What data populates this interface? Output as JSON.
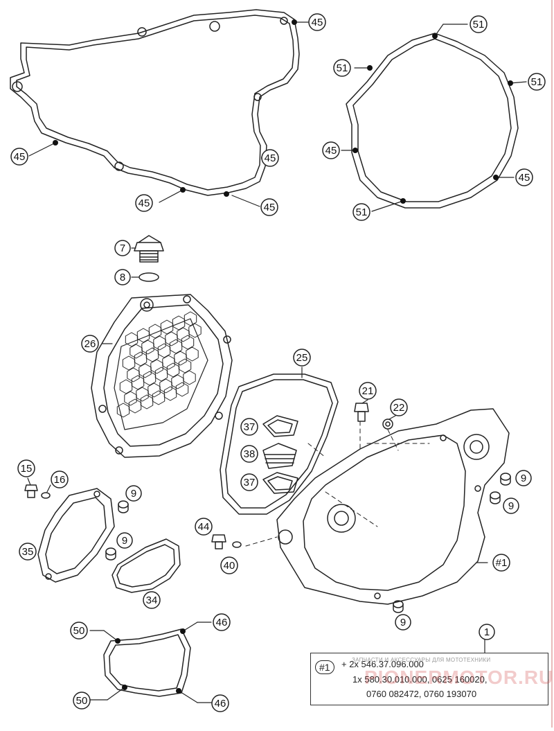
{
  "diagram": {
    "callouts": [
      {
        "id": "c45-a",
        "label": "45"
      },
      {
        "id": "c45-b",
        "label": "45"
      },
      {
        "id": "c45-c",
        "label": "45"
      },
      {
        "id": "c45-d",
        "label": "45"
      },
      {
        "id": "c45-e",
        "label": "45"
      },
      {
        "id": "c51-a",
        "label": "51"
      },
      {
        "id": "c51-b",
        "label": "51"
      },
      {
        "id": "c51-c",
        "label": "51"
      },
      {
        "id": "c51-d",
        "label": "51"
      },
      {
        "id": "c45-f",
        "label": "45"
      },
      {
        "id": "c45-g",
        "label": "45"
      },
      {
        "id": "c7",
        "label": "7"
      },
      {
        "id": "c8",
        "label": "8"
      },
      {
        "id": "c26",
        "label": "26"
      },
      {
        "id": "c25",
        "label": "25"
      },
      {
        "id": "c37-a",
        "label": "37"
      },
      {
        "id": "c38",
        "label": "38"
      },
      {
        "id": "c37-b",
        "label": "37"
      },
      {
        "id": "c21",
        "label": "21"
      },
      {
        "id": "c22",
        "label": "22"
      },
      {
        "id": "c15",
        "label": "15"
      },
      {
        "id": "c16",
        "label": "16"
      },
      {
        "id": "c9-a",
        "label": "9"
      },
      {
        "id": "c9-b",
        "label": "9"
      },
      {
        "id": "c9-c",
        "label": "9"
      },
      {
        "id": "c9-d",
        "label": "9"
      },
      {
        "id": "c9-e",
        "label": "9"
      },
      {
        "id": "c35",
        "label": "35"
      },
      {
        "id": "c34",
        "label": "34"
      },
      {
        "id": "c44",
        "label": "44"
      },
      {
        "id": "c40",
        "label": "40"
      },
      {
        "id": "c1ref",
        "label": "#1"
      },
      {
        "id": "c50-a",
        "label": "50"
      },
      {
        "id": "c46-a",
        "label": "46"
      },
      {
        "id": "c50-b",
        "label": "50"
      },
      {
        "id": "c46-b",
        "label": "46"
      },
      {
        "id": "c1",
        "label": "1"
      }
    ],
    "note": {
      "tag": "#1",
      "lines": [
        "+ 2x 546.37.096.000",
        "1x 580.30.010.000, 0625 160020,",
        "0760 082472, 0760 193070"
      ]
    },
    "watermark": {
      "caption": "ЗАПЧАСТИ И АКСЕССУАРЫ ДЛЯ МОТОТЕХНИКИ",
      "brand": "PIONERMOTOR.RU"
    }
  }
}
